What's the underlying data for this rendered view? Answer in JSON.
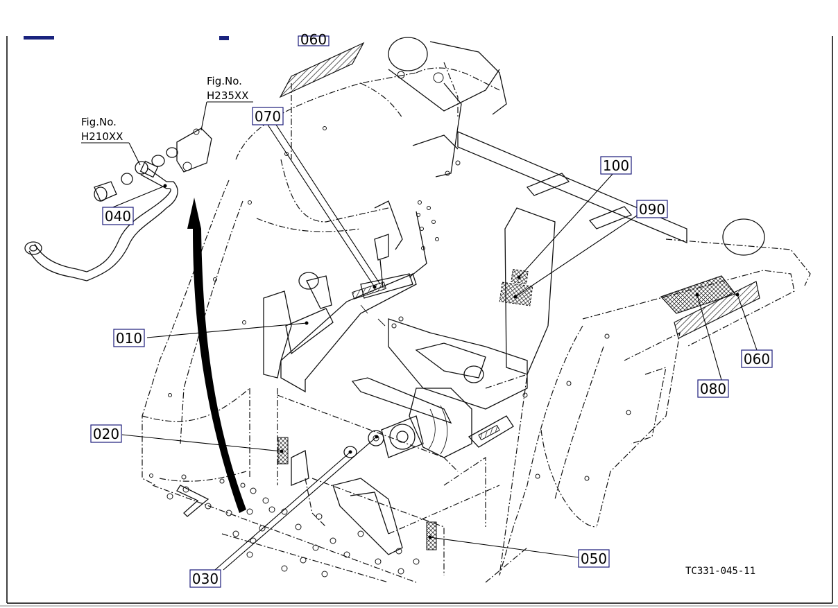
{
  "callouts": {
    "c010": "010",
    "c020": "020",
    "c030": "030",
    "c040": "040",
    "c050": "050",
    "c060_top": "060",
    "c060": "060",
    "c070": "070",
    "c080": "080",
    "c090": "090",
    "c100": "100"
  },
  "figure_refs": {
    "a_label": "Fig.No.",
    "a_number": "H210XX",
    "b_label": "Fig.No.",
    "b_number": "H235XX"
  },
  "drawing_id": "TC331-045-11",
  "colors": {
    "line": "#111111",
    "callout_border": "#1a1a7a",
    "header_accent": "#1a237e"
  }
}
